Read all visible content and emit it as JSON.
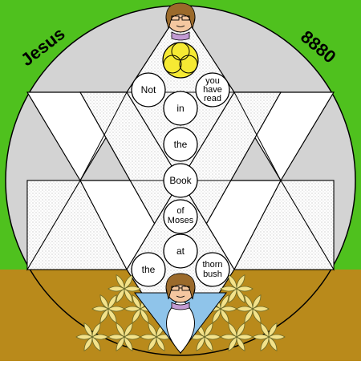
{
  "labels": {
    "left": "Jesus",
    "right": "8880"
  },
  "circle_words": {
    "not": "Not",
    "you_have_read": [
      "you",
      "have",
      "read"
    ],
    "in": "in",
    "the_1": "the",
    "book": "Book",
    "of_moses": [
      "of",
      "Moses"
    ],
    "at": "at",
    "the_2": "the",
    "thorn_bush": [
      "thorn",
      "bush"
    ]
  },
  "colors": {
    "grass": "#4fc11e",
    "ground": "#b98a1b",
    "disc": "#d3d3d3",
    "flower_fill": "#f3e28a",
    "flower_stroke": "#6a6a2a",
    "cone": "#8fc4ea",
    "halo": "#f6ea33",
    "face": "#f5c7a0",
    "hair": "#9b6a2b",
    "outline": "#000000"
  },
  "icons": {
    "top_figure": "jesus-face-icon",
    "bottom_figure": "jesus-face-icon"
  }
}
